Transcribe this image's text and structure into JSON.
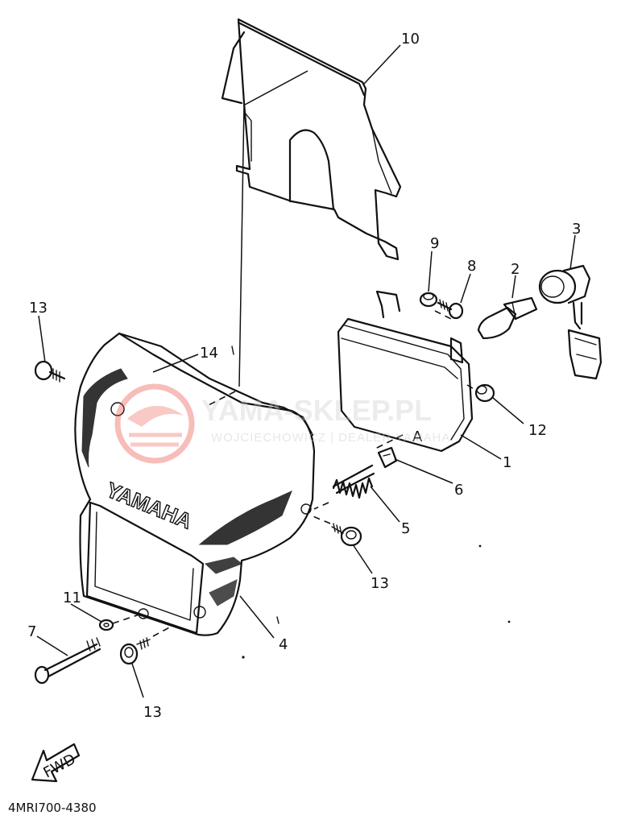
{
  "diagram": {
    "part_code": "4MRI700-4380",
    "brand_on_part": "YAMAHA",
    "fwd_label": "FWD",
    "watermark": {
      "main": "YAMA-SKLEP.PL",
      "sub": "WOJCIECHOWICZ | DEALER YAMAHA",
      "color": "#e8473c"
    },
    "callouts": [
      "10",
      "9",
      "8",
      "2",
      "3",
      "13",
      "14",
      "12",
      "1",
      "6",
      "5",
      "13",
      "11",
      "7",
      "4",
      "13"
    ]
  }
}
